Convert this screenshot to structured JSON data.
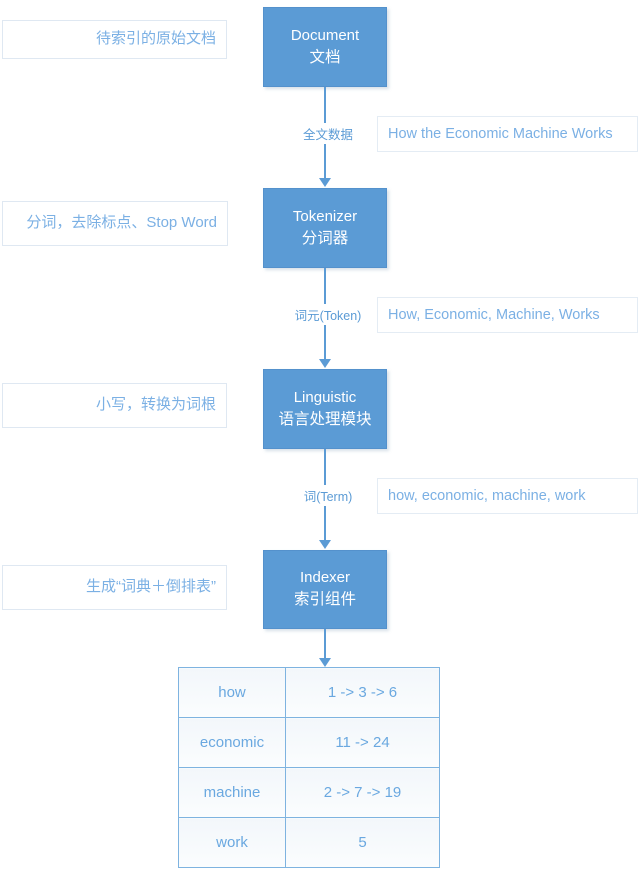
{
  "colors": {
    "node_fill": "#5b9bd5",
    "node_text": "#ffffff",
    "accent_text": "#7bb0e4",
    "connector": "#5b9bd5",
    "table_border": "#7eb3e0"
  },
  "notes": [
    {
      "text": "待索引的原始文档"
    },
    {
      "text": "分词，去除标点、Stop Word"
    },
    {
      "text": "小写，转换为词根"
    },
    {
      "text": "生成“词典＋倒排表”"
    }
  ],
  "nodes": [
    {
      "en": "Document",
      "cn": "文档"
    },
    {
      "en": "Tokenizer",
      "cn": "分词器"
    },
    {
      "en": "Linguistic",
      "cn": "语言处理模块"
    },
    {
      "en": "Indexer",
      "cn": "索引组件"
    }
  ],
  "connector_labels": [
    {
      "text": "全文数据"
    },
    {
      "text": "词元(Token)"
    },
    {
      "text": "词(Term)"
    }
  ],
  "values": [
    {
      "text": "How the Economic Machine Works"
    },
    {
      "text": "How, Economic, Machine, Works"
    },
    {
      "text": "how, economic, machine, work"
    }
  ],
  "index_table": {
    "rows": [
      {
        "term": "how",
        "postings": "1 -> 3 -> 6"
      },
      {
        "term": "economic",
        "postings": "11 -> 24"
      },
      {
        "term": "machine",
        "postings": "2 -> 7 -> 19"
      },
      {
        "term": "work",
        "postings": "5"
      }
    ]
  }
}
